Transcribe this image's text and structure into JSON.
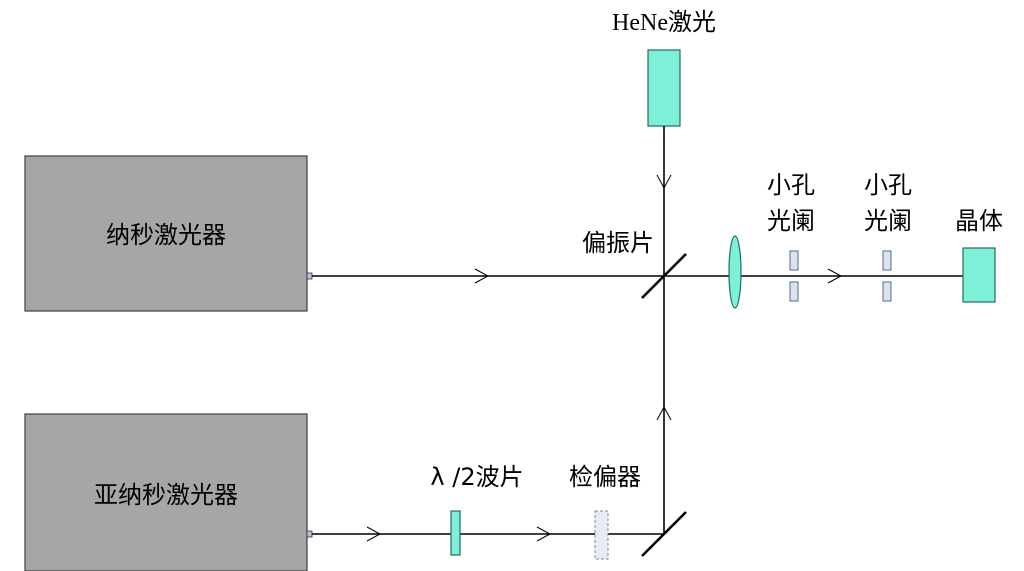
{
  "labels": {
    "hene_laser": "HeNe激光",
    "ns_laser": "纳秒激光器",
    "sub_ns_laser": "亚纳秒激光器",
    "polarizer": "偏振片",
    "aperture1_line1": "小孔",
    "aperture1_line2": "光阑",
    "aperture2_line1": "小孔",
    "aperture2_line2": "光阑",
    "crystal": "晶体",
    "half_wave_plate": "λ /2波片",
    "analyzer": "检偏器"
  },
  "colors": {
    "laser_box_fill": "#a6a6a6",
    "laser_box_stroke": "#404040",
    "optic_cyan": "#7ff0d8",
    "optic_cyan_stroke": "#1f6f60",
    "aperture_fill": "#dbe3f0",
    "aperture_stroke": "#5a6a8a",
    "beam": "#000000"
  }
}
